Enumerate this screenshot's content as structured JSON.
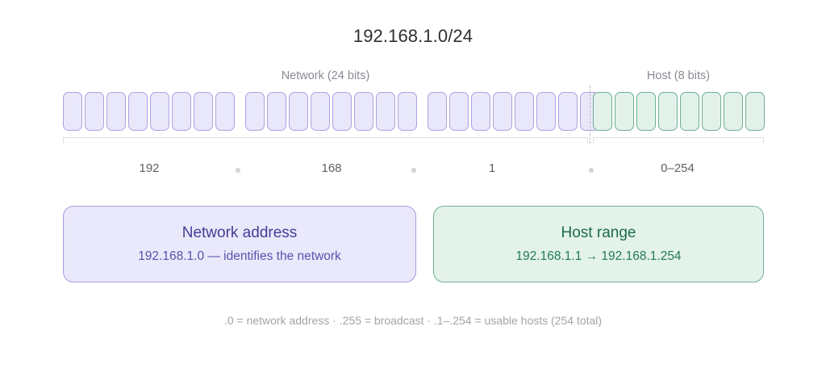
{
  "title": "192.168.1.0/24",
  "segments": {
    "network_caption": "Network (24 bits)",
    "host_caption": "Host (8 bits)",
    "network_bits": 24,
    "host_bits": 8,
    "network_color": "#e9e7fa",
    "network_border_color": "#aba2e2",
    "host_color": "#e2f2ea",
    "host_border_color": "#6fae92"
  },
  "octets": [
    {
      "label": "192"
    },
    {
      "label": "168"
    },
    {
      "label": "1"
    },
    {
      "label": "0–254"
    }
  ],
  "cards": {
    "network": {
      "title": "Network address",
      "subtitle": "192.168.1.0 — identifies the network",
      "accent": "#453c96"
    },
    "host": {
      "title": "Host range",
      "subtitle": "192.168.1.1 → 192.168.1.254",
      "accent": "#1d6b4e"
    }
  },
  "footer": ".0 = network address · .255 = broadcast · .1–.254 = usable hosts (254 total)"
}
